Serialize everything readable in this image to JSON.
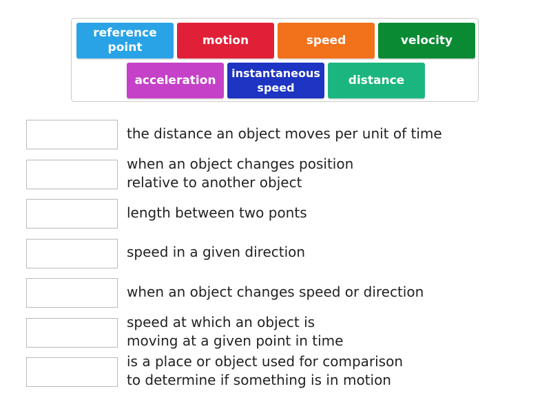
{
  "word_bank": {
    "tiles": [
      {
        "label": "reference\npoint",
        "color": "#2aa3e6"
      },
      {
        "label": "motion",
        "color": "#e02037"
      },
      {
        "label": "speed",
        "color": "#f2711b"
      },
      {
        "label": "velocity",
        "color": "#0a8a33"
      },
      {
        "label": "acceleration",
        "color": "#c441c8"
      },
      {
        "label": "instantaneous\nspeed",
        "color": "#1e34c2"
      },
      {
        "label": "distance",
        "color": "#1bb67f"
      }
    ]
  },
  "matches": [
    {
      "definition": "the distance an object moves per unit of time"
    },
    {
      "definition": "when an object changes position\nrelative to another object"
    },
    {
      "definition": "length between two ponts"
    },
    {
      "definition": "speed in a given direction"
    },
    {
      "definition": "when an object changes speed or direction"
    },
    {
      "definition": "speed at which an object is\nmoving at a given point in time"
    },
    {
      "definition": "is a place or object used for comparison\nto determine if something is in motion"
    }
  ]
}
